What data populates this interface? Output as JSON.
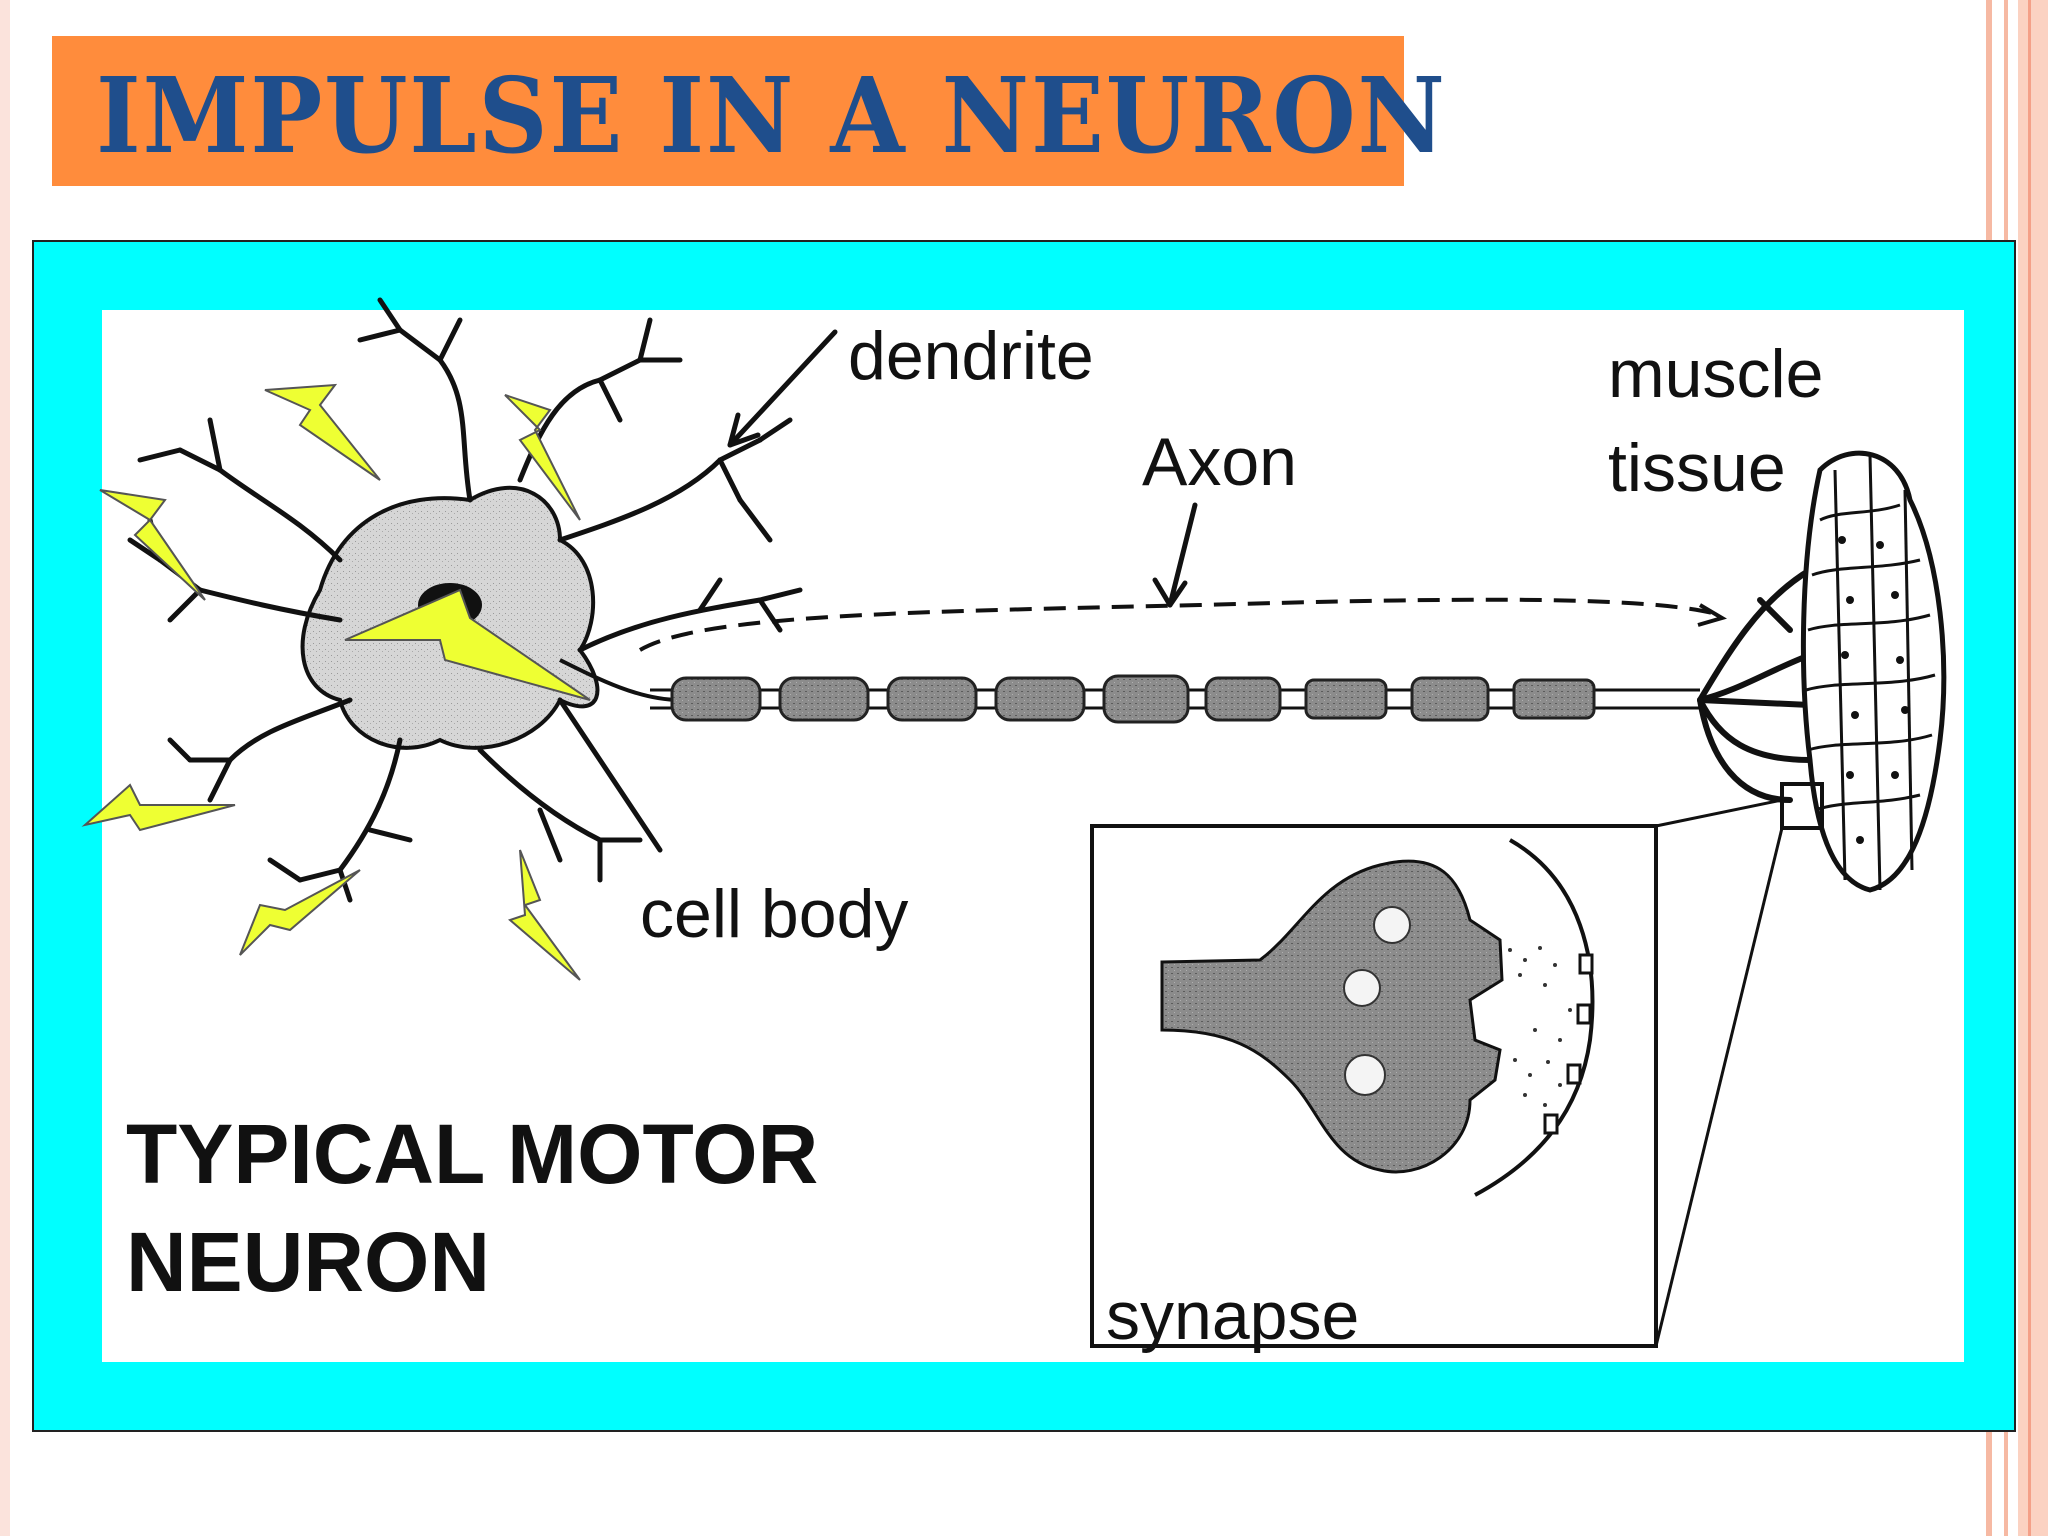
{
  "slide": {
    "title": "IMPULSE IN A NEURON"
  },
  "diagram": {
    "heading_line1": "TYPICAL MOTOR",
    "heading_line2": "NEURON",
    "labels": {
      "dendrite": "dendrite",
      "axon": "Axon",
      "muscle_line1": "muscle",
      "muscle_line2": "tissue",
      "cell_body": "cell body",
      "synapse": "synapse"
    }
  },
  "colors": {
    "title_banner": "#ff8c3c",
    "title_text": "#1f4e8c",
    "frame": "#00ffff",
    "impulse": "#eeff33"
  }
}
